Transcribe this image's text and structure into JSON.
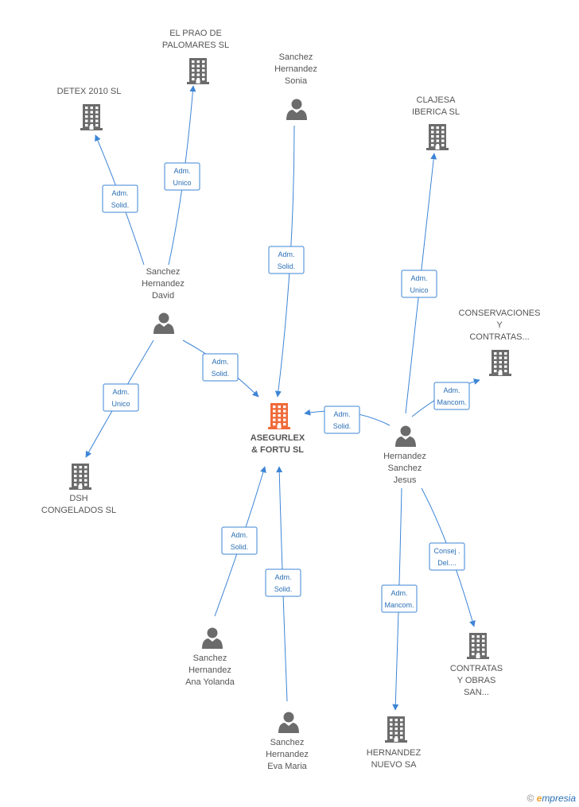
{
  "colors": {
    "edge": "#3d85d6",
    "node": "#6b6b6b",
    "main": "#f06a3a"
  },
  "nodes": [
    {
      "id": "asegurlex",
      "type": "company",
      "main": true,
      "lines": [
        "ASEGURLEX",
        "& FORTU SL"
      ]
    },
    {
      "id": "prao",
      "type": "company",
      "lines": [
        "EL PRAO DE",
        "PALOMARES SL"
      ]
    },
    {
      "id": "detex",
      "type": "company",
      "lines": [
        "DETEX 2010 SL"
      ]
    },
    {
      "id": "sonia",
      "type": "person",
      "lines": [
        "Sanchez",
        "Hernandez",
        "Sonia"
      ]
    },
    {
      "id": "clajesa",
      "type": "company",
      "lines": [
        "CLAJESA",
        "IBERICA SL"
      ]
    },
    {
      "id": "conservaciones",
      "type": "company",
      "lines": [
        "CONSERVACIONES",
        "Y",
        "CONTRATAS..."
      ]
    },
    {
      "id": "david",
      "type": "person",
      "lines": [
        "Sanchez",
        "Hernandez",
        "David"
      ]
    },
    {
      "id": "dsh",
      "type": "company",
      "lines": [
        "DSH",
        "CONGELADOS SL"
      ]
    },
    {
      "id": "jesus",
      "type": "person",
      "lines": [
        "Hernandez",
        "Sanchez",
        "Jesus"
      ]
    },
    {
      "id": "contratas",
      "type": "company",
      "lines": [
        "CONTRATAS",
        "Y OBRAS",
        "SAN..."
      ]
    },
    {
      "id": "hernandez_nuevo",
      "type": "company",
      "lines": [
        "HERNANDEZ",
        "NUEVO SA"
      ]
    },
    {
      "id": "ana",
      "type": "person",
      "lines": [
        "Sanchez",
        "Hernandez",
        "Ana Yolanda"
      ]
    },
    {
      "id": "eva",
      "type": "person",
      "lines": [
        "Sanchez",
        "Hernandez",
        "Eva Maria"
      ]
    }
  ],
  "edges": [
    {
      "from": "david",
      "to": "detex",
      "lines": [
        "Adm.",
        "Solid."
      ]
    },
    {
      "from": "david",
      "to": "prao",
      "lines": [
        "Adm.",
        "Unico"
      ]
    },
    {
      "from": "sonia",
      "to": "asegurlex",
      "lines": [
        "Adm.",
        "Solid."
      ]
    },
    {
      "from": "jesus",
      "to": "clajesa",
      "lines": [
        "Adm.",
        "Unico"
      ]
    },
    {
      "from": "jesus",
      "to": "conservaciones",
      "lines": [
        "Adm.",
        "Mancom."
      ]
    },
    {
      "from": "david",
      "to": "asegurlex",
      "lines": [
        "Adm.",
        "Solid."
      ]
    },
    {
      "from": "david",
      "to": "dsh",
      "lines": [
        "Adm.",
        "Unico"
      ]
    },
    {
      "from": "jesus",
      "to": "asegurlex",
      "lines": [
        "Adm.",
        "Solid."
      ]
    },
    {
      "from": "jesus",
      "to": "contratas",
      "lines": [
        "Consej .",
        "Del...."
      ]
    },
    {
      "from": "jesus",
      "to": "hernandez_nuevo",
      "lines": [
        "Adm.",
        "Mancom."
      ]
    },
    {
      "from": "ana",
      "to": "asegurlex",
      "lines": [
        "Adm.",
        "Solid."
      ]
    },
    {
      "from": "eva",
      "to": "asegurlex",
      "lines": [
        "Adm.",
        "Solid."
      ]
    }
  ],
  "watermark": {
    "symbol": "©",
    "e_letter": "e",
    "brand_rest": "mpresia"
  }
}
